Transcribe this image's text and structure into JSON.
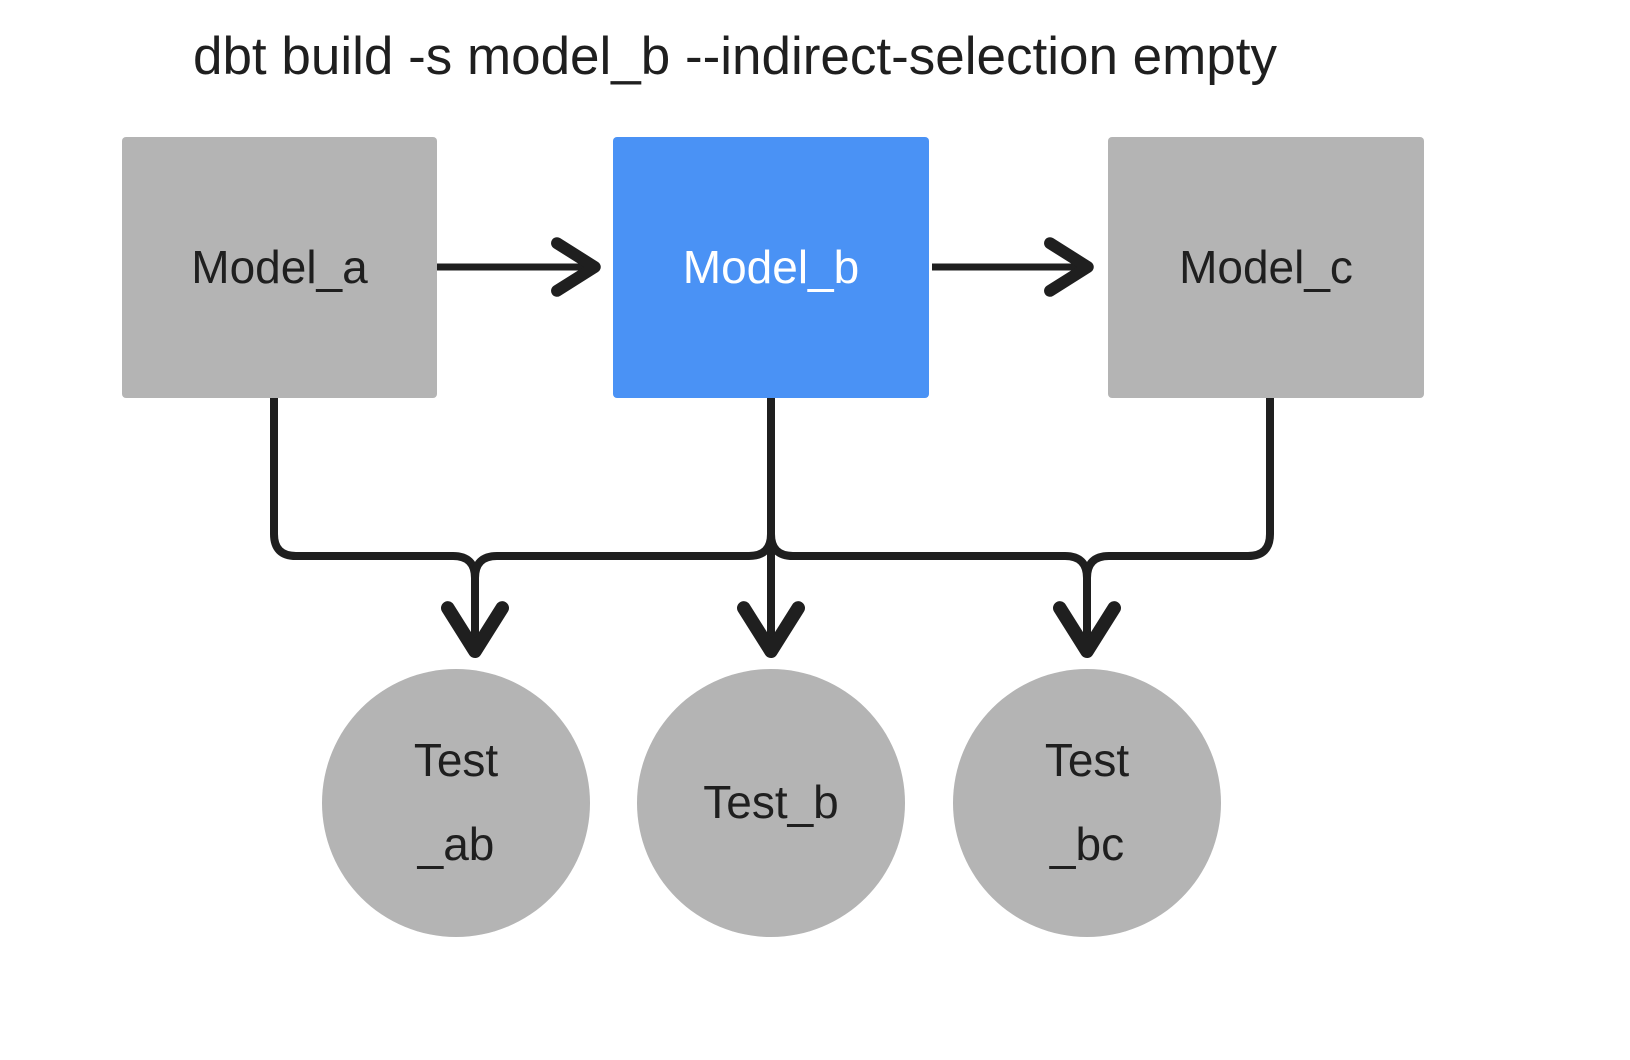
{
  "title": "dbt build -s model_b --indirect-selection empty",
  "colors": {
    "node_gray": "#b4b4b4",
    "node_selected_blue": "#4a92f5",
    "edge": "#1f1f1f",
    "text_dark": "#1f1f1f",
    "text_light": "#ffffff",
    "background": "#ffffff"
  },
  "diagram": {
    "type": "dag",
    "models": [
      {
        "id": "model_a",
        "label": "Model_a",
        "shape": "rectangle",
        "fill": "#b4b4b4",
        "text_color": "#1f1f1f",
        "selected": false
      },
      {
        "id": "model_b",
        "label": "Model_b",
        "shape": "rectangle",
        "fill": "#4a92f5",
        "text_color": "#ffffff",
        "selected": true
      },
      {
        "id": "model_c",
        "label": "Model_c",
        "shape": "rectangle",
        "fill": "#b4b4b4",
        "text_color": "#1f1f1f",
        "selected": false
      }
    ],
    "tests": [
      {
        "id": "test_ab",
        "label": "Test\n_ab",
        "line1": "Test",
        "line2": "_ab",
        "shape": "circle",
        "fill": "#b4b4b4",
        "text_color": "#1f1f1f",
        "selected": false
      },
      {
        "id": "test_b",
        "label": "Test_b",
        "line1": "Test_b",
        "line2": "",
        "shape": "circle",
        "fill": "#b4b4b4",
        "text_color": "#1f1f1f",
        "selected": false
      },
      {
        "id": "test_bc",
        "label": "Test\n_bc",
        "line1": "Test",
        "line2": "_bc",
        "shape": "circle",
        "fill": "#b4b4b4",
        "text_color": "#1f1f1f",
        "selected": false
      }
    ],
    "edges": [
      {
        "from": "model_a",
        "to": "model_b",
        "style": "arrow-right"
      },
      {
        "from": "model_b",
        "to": "model_c",
        "style": "arrow-right"
      },
      {
        "from": "model_a",
        "to": "test_ab",
        "style": "elbow-down"
      },
      {
        "from": "model_b",
        "to": "test_ab",
        "style": "elbow-down"
      },
      {
        "from": "model_b",
        "to": "test_b",
        "style": "straight-down"
      },
      {
        "from": "model_b",
        "to": "test_bc",
        "style": "elbow-down"
      },
      {
        "from": "model_c",
        "to": "test_bc",
        "style": "elbow-down"
      }
    ]
  }
}
